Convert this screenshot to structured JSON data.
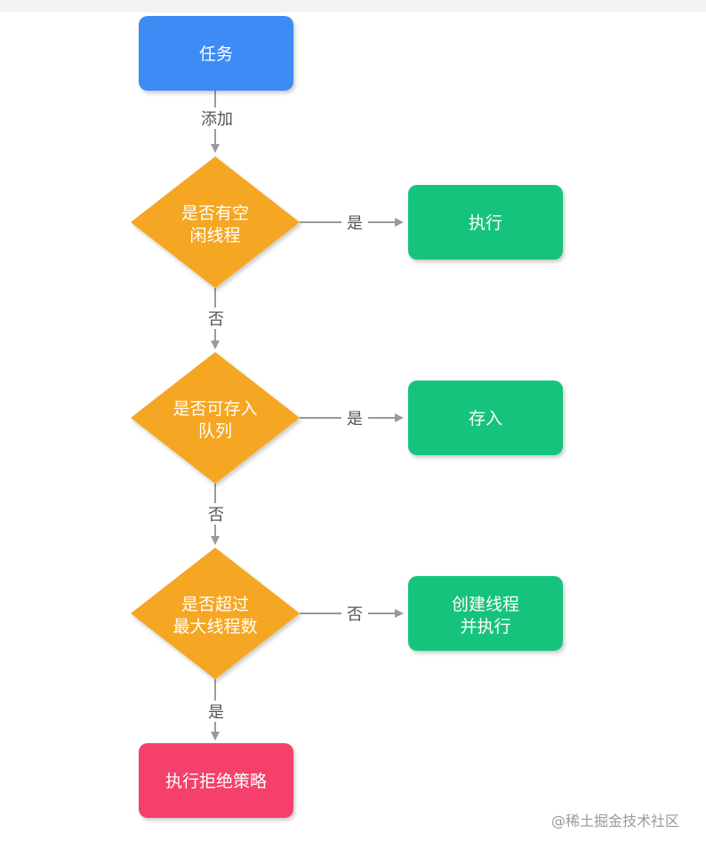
{
  "colors": {
    "start": "#3d8bf5",
    "decision": "#f5a623",
    "action": "#19c37d",
    "reject": "#f43f6b",
    "edge": "#9a9a9a",
    "label": "#555555",
    "watermark": "#9a9a9a"
  },
  "nodes": {
    "task": {
      "text": "任务"
    },
    "check_idle": {
      "line1": "是否有空",
      "line2": "闲线程"
    },
    "execute": {
      "text": "执行"
    },
    "check_queue": {
      "line1": "是否可存入",
      "line2": "队列"
    },
    "enqueue": {
      "text": "存入"
    },
    "check_max": {
      "line1": "是否超过",
      "line2": "最大线程数"
    },
    "create_thread": {
      "line1": "创建线程",
      "line2": "并执行"
    },
    "reject": {
      "text": "执行拒绝策略"
    }
  },
  "edges": {
    "add": "添加",
    "idle_yes": "是",
    "idle_no": "否",
    "queue_yes": "是",
    "queue_no": "否",
    "max_no": "否",
    "max_yes": "是"
  },
  "watermark": "@稀土掘金技术社区"
}
